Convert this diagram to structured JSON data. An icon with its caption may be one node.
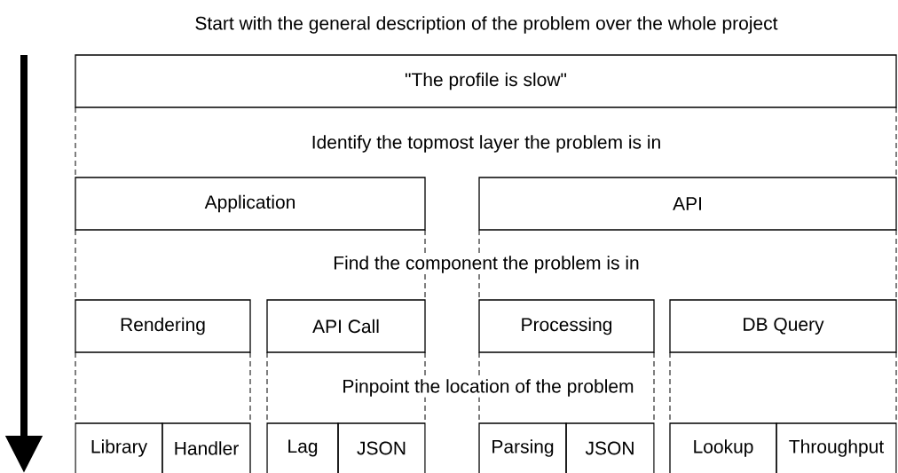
{
  "diagram": {
    "title": "Start with the general description of the problem over the whole project",
    "nodes": [
      {
        "text": [
          "\"The profile is slow\""
        ]
      },
      {
        "text": [
          "Application"
        ]
      },
      {
        "text": [
          "API"
        ]
      },
      {
        "text": [
          "Rendering"
        ]
      },
      {
        "text": [
          "API Call"
        ]
      },
      {
        "text": [
          "Processing"
        ]
      },
      {
        "text": [
          "DB Query"
        ]
      },
      {
        "text": [
          "Library"
        ]
      },
      {
        "text": [
          "Handler"
        ]
      },
      {
        "text": [
          "Lag"
        ]
      },
      {
        "text": [
          "JSON"
        ]
      },
      {
        "text": [
          "Parsing"
        ]
      },
      {
        "text": [
          "JSON"
        ]
      },
      {
        "text": [
          "Lookup"
        ]
      },
      {
        "text": [
          "Throughput"
        ]
      }
    ],
    "labels": [
      "Identify the topmost layer the problem is in",
      "Find the component the problem is in",
      "Pinpoint the location of the problem"
    ]
  }
}
